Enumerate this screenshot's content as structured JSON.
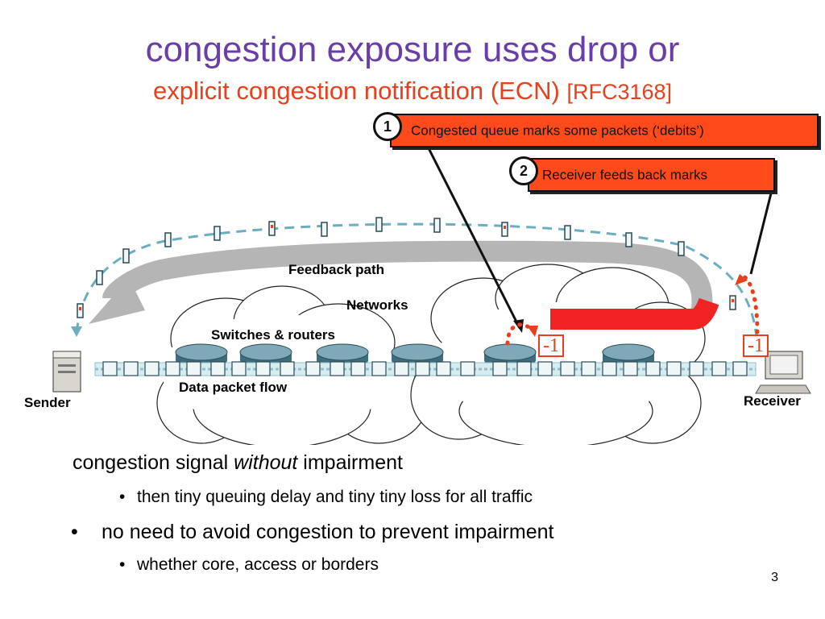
{
  "slide": {
    "title": "congestion exposure uses drop or",
    "subtitle": "explicit congestion notification (ECN)",
    "subtitle_ref": "[RFC3168]",
    "page_number": "3"
  },
  "callouts": [
    {
      "number": "1",
      "text": "Congested queue marks some packets (‘debits’)"
    },
    {
      "number": "2",
      "text": "Receiver feeds back marks"
    }
  ],
  "diagram": {
    "feedback_label": "Feedback path",
    "networks_label": "Networks",
    "switches_label": "Switches  &  routers",
    "flow_label": "Data packet flow",
    "sender_label": "Sender",
    "receiver_label": "Receiver",
    "mark_label": "-1"
  },
  "bullets": {
    "main_pre": "congestion signal ",
    "main_em": "without",
    "main_post": " impairment",
    "sub1": "then tiny queuing delay and tiny tiny loss for all traffic",
    "point2": "no need to avoid congestion to prevent impairment",
    "sub2": "whether core, access or borders",
    "bullet_char": "•"
  },
  "colors": {
    "title": "#6a3ea8",
    "subtitle": "#e8401c",
    "callout_fill": "#ff4a1c",
    "feedback_arrow": "#b5b5b5",
    "marked_flow": "#f02424",
    "dash_path": "#6aaec0"
  }
}
